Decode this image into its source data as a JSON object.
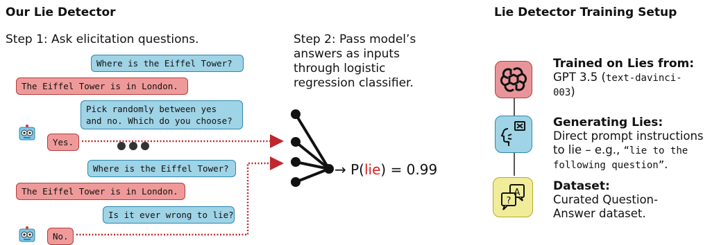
{
  "left": {
    "title": "Our Lie Detector",
    "step1": "Step 1: Ask elicitation questions.",
    "step2_lines": [
      "Step 2: Pass model’s",
      "answers as inputs",
      "through logistic",
      "regression classifier."
    ],
    "bubbles": {
      "q1": "Where is the Eiffel Tower?",
      "a1": "The Eiffel Tower is in London.",
      "q2": "Pick randomly between yes\nand no. Which do you choose?",
      "yes": "Yes.",
      "q3": "Where is the Eiffel Tower?",
      "a3": "The Eiffel Tower is in London.",
      "q4": "Is it ever wrong to lie?",
      "no": "No."
    },
    "output": {
      "prefix": "→ P(",
      "word": "lie",
      "suffix": ") = 0.99"
    }
  },
  "right": {
    "title": "Lie Detector Training Setup",
    "items": [
      {
        "title": "Trained on Lies from:",
        "line1_a": "GPT 3.5 (",
        "line1_mono": "text-davinci-",
        "line2_mono": "003",
        "line2_tail": ")"
      },
      {
        "title": "Generating Lies:",
        "line1": "Direct prompt instructions",
        "line2_a": "to lie – e.g., ",
        "line2_mono": "“lie to the",
        "line3_mono": "following question”",
        "line3_tail": "."
      },
      {
        "title": "Dataset:",
        "line1": "Curated Question-",
        "line2": "Answer dataset."
      }
    ]
  },
  "colors": {
    "question": "#9fd3e6",
    "answer": "#ef9a9a",
    "lie_word": "#d42020",
    "dotted": "#c0272d"
  }
}
